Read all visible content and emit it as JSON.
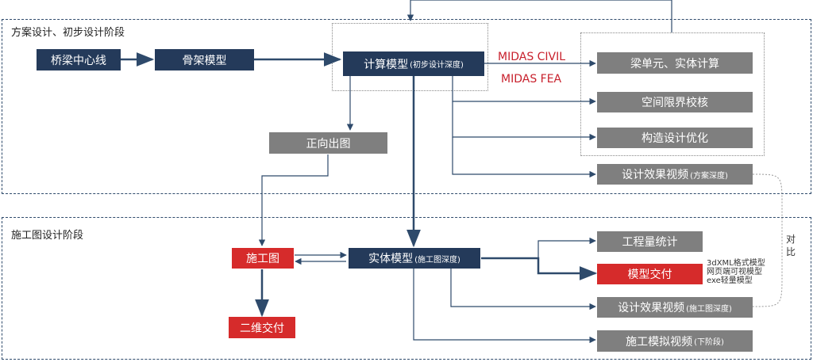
{
  "stages": {
    "design": "方案设计、初步设计阶段",
    "construction": "施工图设计阶段"
  },
  "nodes": {
    "bridge_centerline": "桥梁中心线",
    "skeleton_model": "骨架模型",
    "calc_model": "计算模型",
    "calc_model_sub": "(初步设计深度)",
    "beam_solid_calc": "梁单元、实体计算",
    "clearance_check": "空间限界校核",
    "structure_opt": "构造设计优化",
    "effect_video_scheme": "设计效果视频",
    "effect_video_scheme_sub": "(方案深度)",
    "forward_drawing": "正向出图",
    "construction_drawing": "施工图",
    "solid_model": "实体模型",
    "solid_model_sub": "(施工图深度)",
    "quantity_stats": "工程量统计",
    "model_delivery": "模型交付",
    "effect_video_construction": "设计效果视频",
    "effect_video_construction_sub": "(施工图深度)",
    "construction_sim_video": "施工模拟视频",
    "construction_sim_video_sub": "(下阶段)",
    "two_d_delivery": "二维交付"
  },
  "software": [
    "MIDAS CIVIL",
    "MIDAS FEA"
  ],
  "delivery_formats": [
    "3dXML格式模型",
    "网页端可视模型",
    "exe轻量模型"
  ],
  "compare": [
    "对",
    "比"
  ],
  "colors": {
    "navy": "#243a5a",
    "gray": "#7f7f7f",
    "red": "#d62b2b",
    "software_red": "#c8202c"
  }
}
